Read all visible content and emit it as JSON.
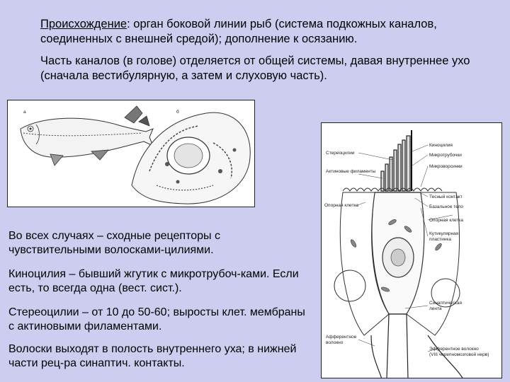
{
  "intro": {
    "origin_term": "Происхождение",
    "origin_text": ": орган боковой линии рыб (система подкожных каналов, соединенных с внешней средой); дополнение к осязанию.",
    "channels_text": "Часть каналов (в голове) отделяется от общей системы, давая внутреннее ухо (сначала вестибулярную, а затем и слуховую часть)."
  },
  "fish_figure": {
    "labels": [
      "а",
      "б"
    ]
  },
  "cell_figure": {
    "labels": {
      "stereocilia": "Стереоцилии",
      "actin": "Актиновые филаменты",
      "support_left": "Опорная клетка",
      "kinocilium": "Киноцилия",
      "microtubules": "Микротрубочки",
      "microvilli": "Микроворсинки",
      "tight_junction": "Тесный контакт",
      "basal_body": "Базальное тело",
      "support_right": "Опорная клетка",
      "cuticular_1": "Кутикулярная",
      "cuticular_2": "пластинка",
      "synaptic_1": "Синаптическая",
      "synaptic_2": "лента",
      "afferent_1": "Афферентное",
      "afferent_2": "волокно",
      "efferent_1": "Эфферентное волокно",
      "efferent_2": "(VIII черепномозговой нерв)"
    }
  },
  "points": {
    "p1": "Во всех случаях – сходные рецепторы с чувствительными волосками-цилиями.",
    "p2": "Киноцилия – бывший жгутик с микротрубоч-ками. Если есть, то всегда одна (вест. сист.).",
    "p3": "Стереоцилии – от 10 до 50-60; выросты клет. мембраны с актиновыми филаментами.",
    "p4": "Волоски выходят в полость внутреннего уха; в нижней части рец-ра синаптич. контакты."
  }
}
